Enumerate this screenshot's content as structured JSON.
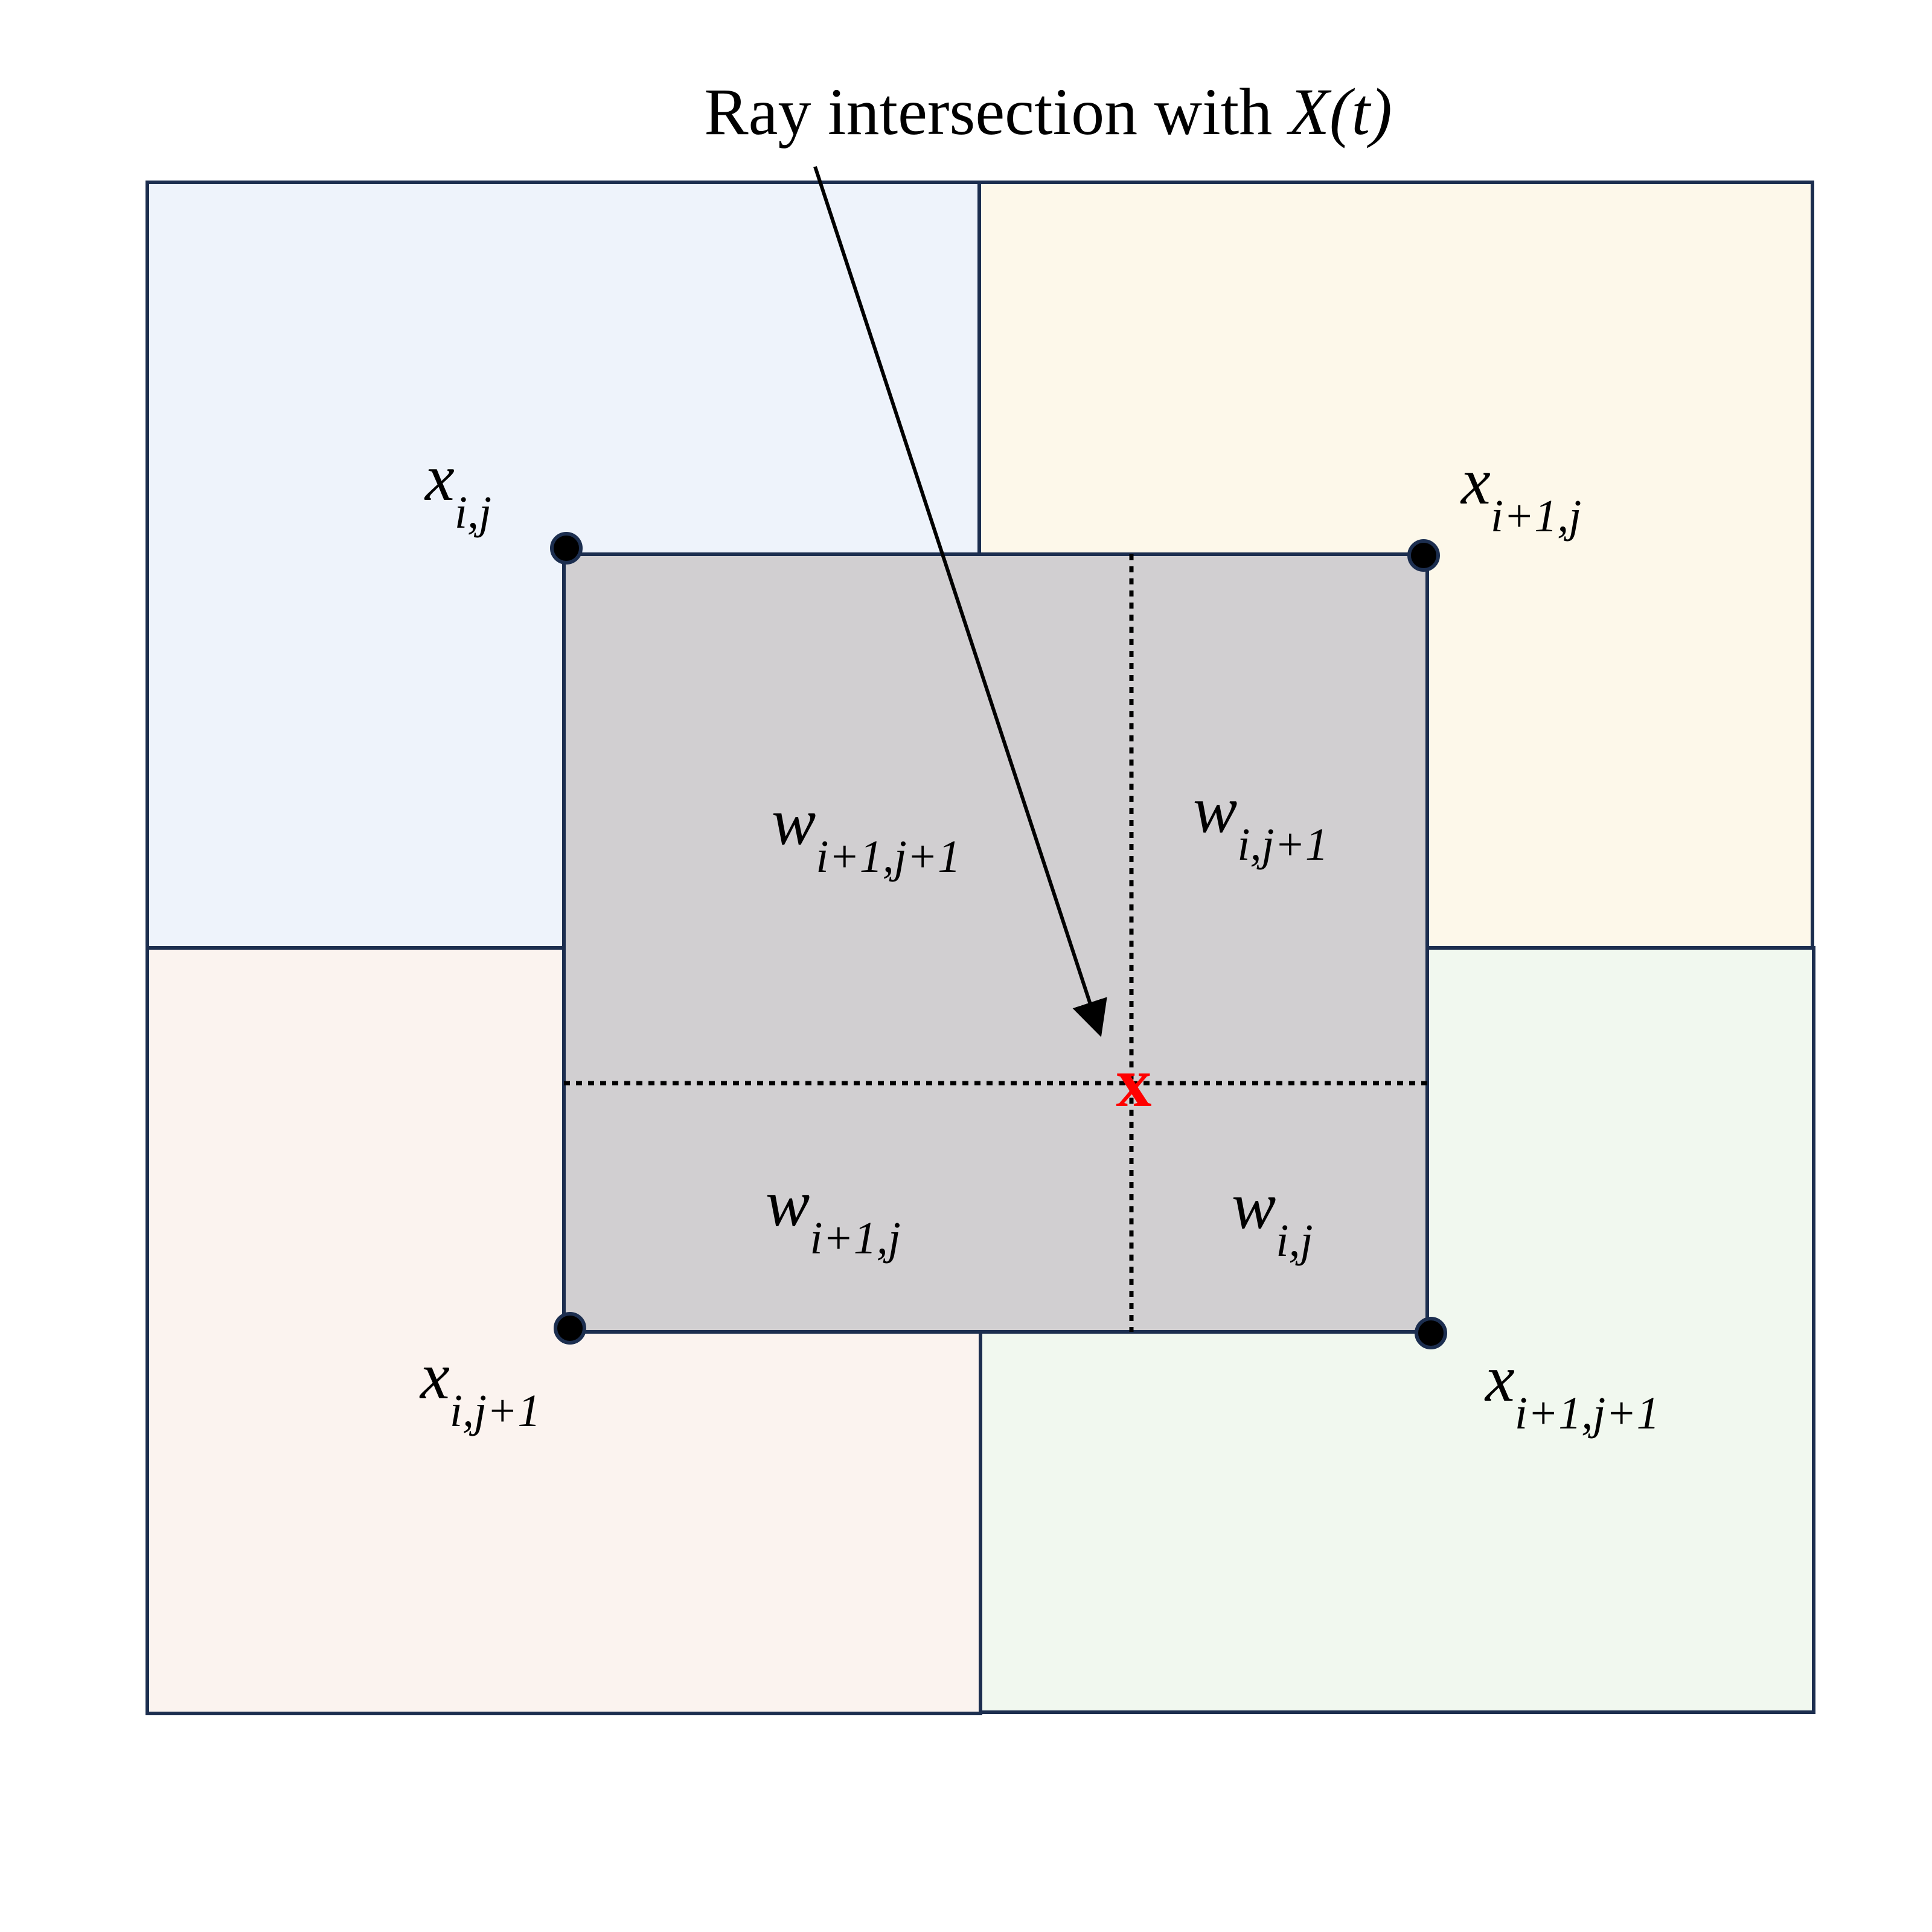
{
  "title": {
    "prefix": "Ray intersection with ",
    "emph": "X(t)"
  },
  "colors": {
    "stroke": "#1c2e4f",
    "cell_top_left": "#eef3fb",
    "cell_top_right": "#fdf8ea",
    "cell_bottom_left": "#fbf3ef",
    "cell_bottom_right": "#f1f8ef",
    "kernel": "#d1cfd1",
    "marker": "#ff0000",
    "arrow": "#000000"
  },
  "corners": {
    "x_ij": {
      "base": "x",
      "sub": "i,j"
    },
    "x_i1j": {
      "base": "x",
      "sub": "i+1,j"
    },
    "x_ij1": {
      "base": "x",
      "sub": "i,j+1"
    },
    "x_i1j1": {
      "base": "x",
      "sub": "i+1,j+1"
    }
  },
  "weights": {
    "w_i1j1": {
      "base": "w",
      "sub": "i+1,j+1"
    },
    "w_ij1": {
      "base": "w",
      "sub": "i,j+1"
    },
    "w_i1j": {
      "base": "w",
      "sub": "i+1,j"
    },
    "w_ij": {
      "base": "w",
      "sub": "i,j"
    }
  },
  "marker": {
    "glyph": "x"
  }
}
